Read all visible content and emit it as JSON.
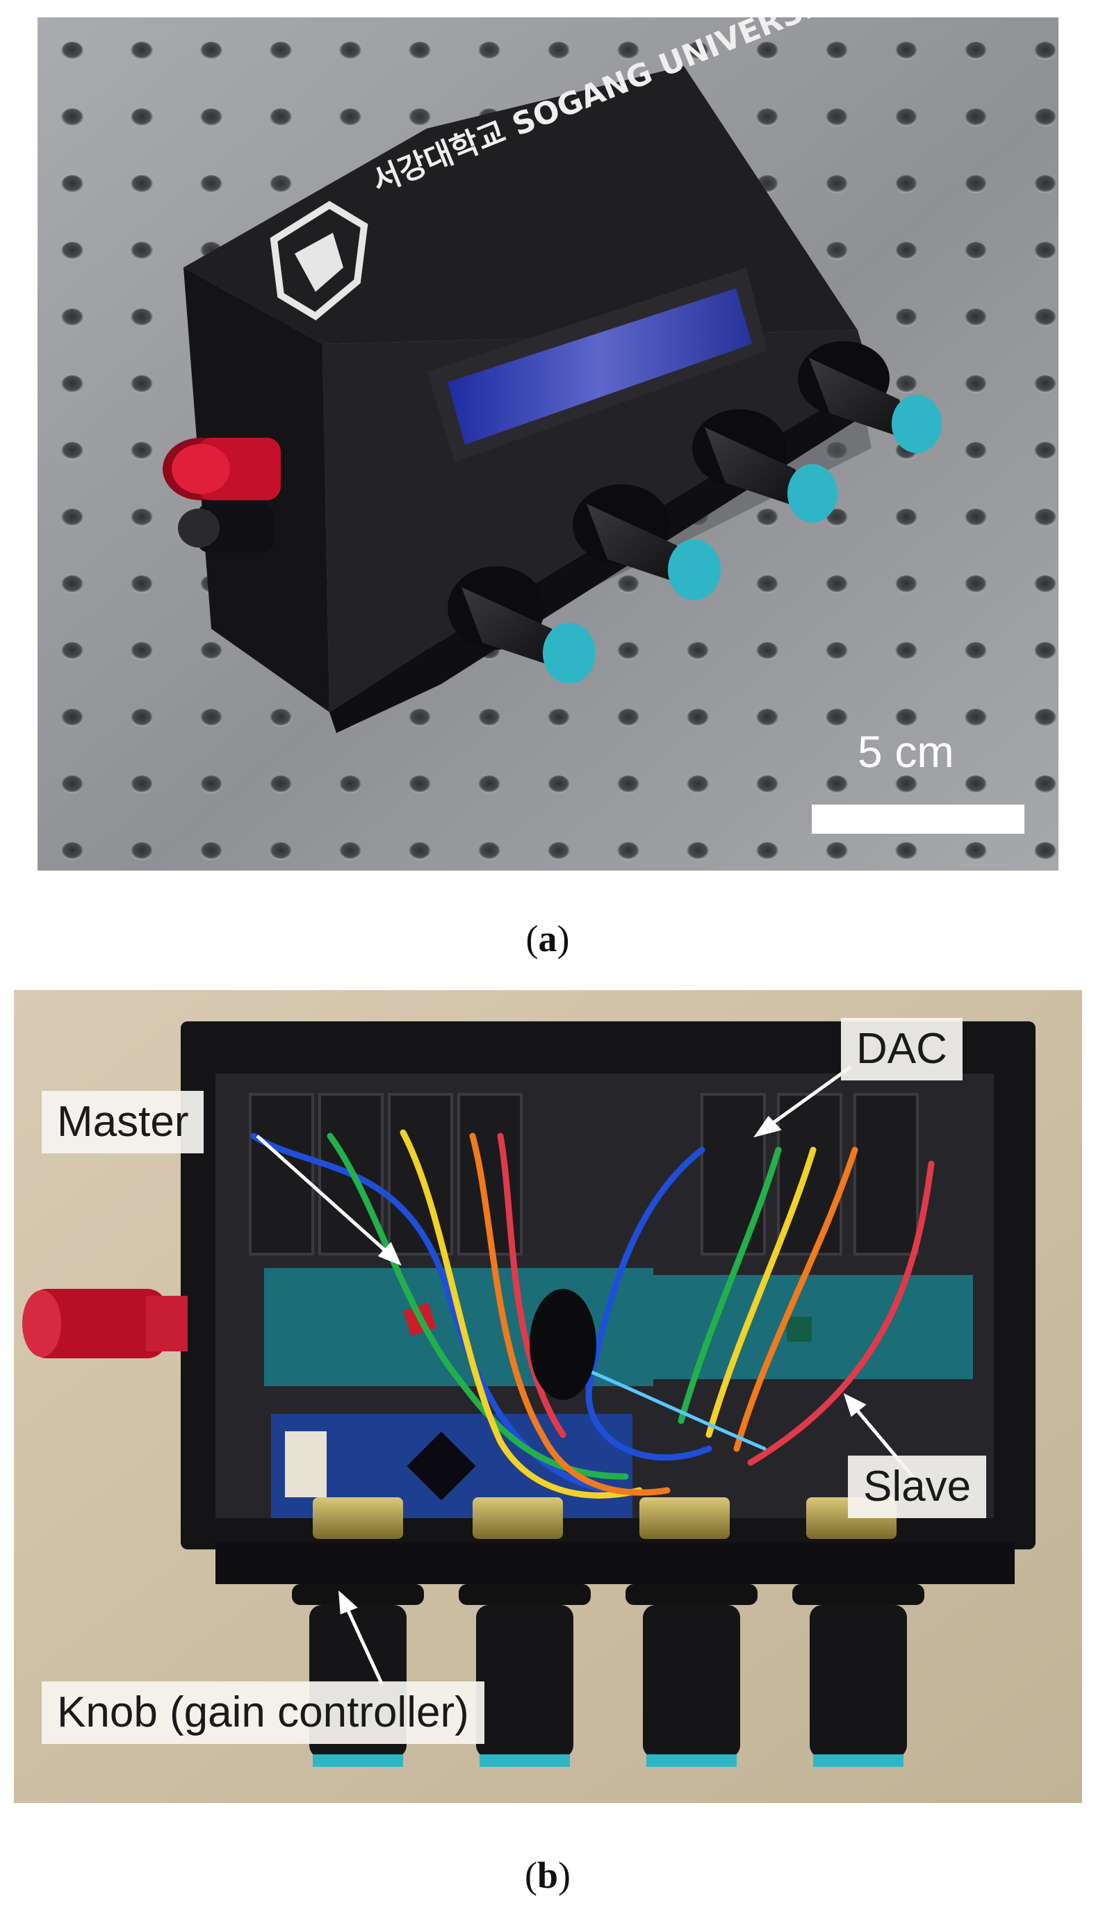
{
  "figure": {
    "panel_a": {
      "caption_open": "(",
      "caption_letter": "a",
      "caption_close": ")",
      "logo_text": "서강대학교 SOGANG UNIVERSITY",
      "scale_bar_label": "5 cm"
    },
    "panel_b": {
      "caption_open": "(",
      "caption_letter": "b",
      "caption_close": ")",
      "labels": {
        "dac": "DAC",
        "master": "Master",
        "slave": "Slave",
        "knob": "Knob (gain controller)"
      }
    }
  },
  "colors": {
    "table": "#9a9c9f",
    "enclosure": "#1c1c1e",
    "lcd": "#2f3aa8",
    "knob_tip": "#2fb6c6",
    "terminal_red": "#c4102a",
    "board_background": "#cdbfa7",
    "arduino": "#1b6e78",
    "nano": "#1e3f8f"
  },
  "wire_colors": [
    "#1f4fd8",
    "#23b04a",
    "#f0d22a",
    "#f07a1e",
    "#e03a4a",
    "#5ac8ff"
  ]
}
